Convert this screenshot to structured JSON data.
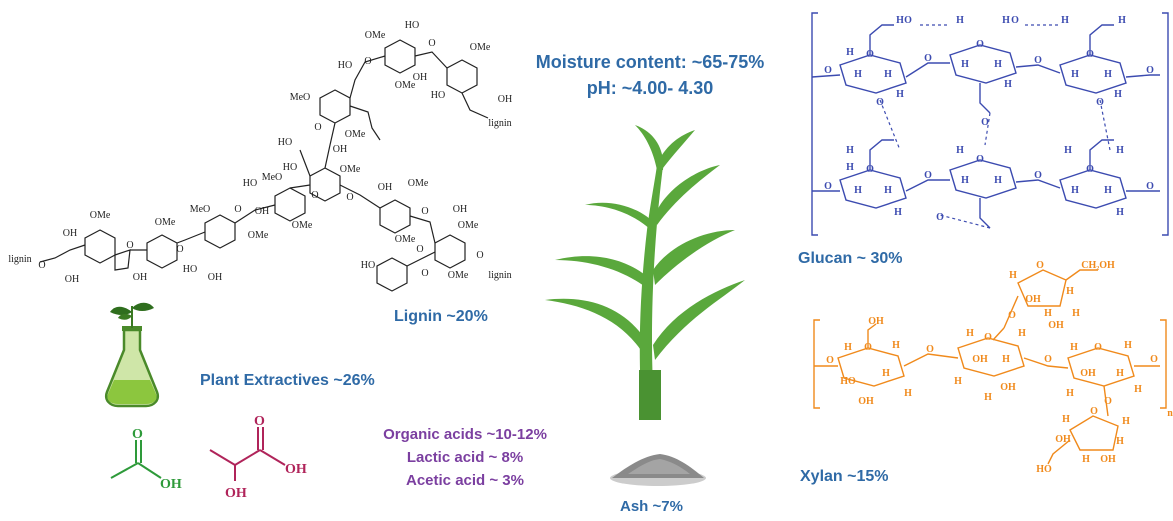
{
  "colors": {
    "label_blue": "#2f6aa6",
    "label_purple": "#7b3fa0",
    "glucan": "#3c4bb0",
    "xylan": "#f08a1c",
    "plant_green": "#5aa83c",
    "acetic": "#2e9a3a",
    "lactic": "#b0245a"
  },
  "header": {
    "moisture": "Moisture content: ~65-75%",
    "ph": "pH: ~4.00- 4.30"
  },
  "components": {
    "lignin": "Lignin ~20%",
    "extractives": "Plant Extractives ~26%",
    "glucan": "Glucan ~ 30%",
    "xylan": "Xylan ~15%",
    "ash": "Ash ~7%"
  },
  "acids": {
    "organic": "Organic acids ~10-12%",
    "lactic": "Lactic acid ~ 8%",
    "acetic": "Acetic acid ~ 3%"
  },
  "structures": {
    "oh": "OH",
    "o": "O",
    "ome": "OMe",
    "meo": "MeO",
    "ho": "HO",
    "h": "H",
    "lignin_end": "lignin",
    "ch2oh": "CH₂OH",
    "n": "n"
  }
}
